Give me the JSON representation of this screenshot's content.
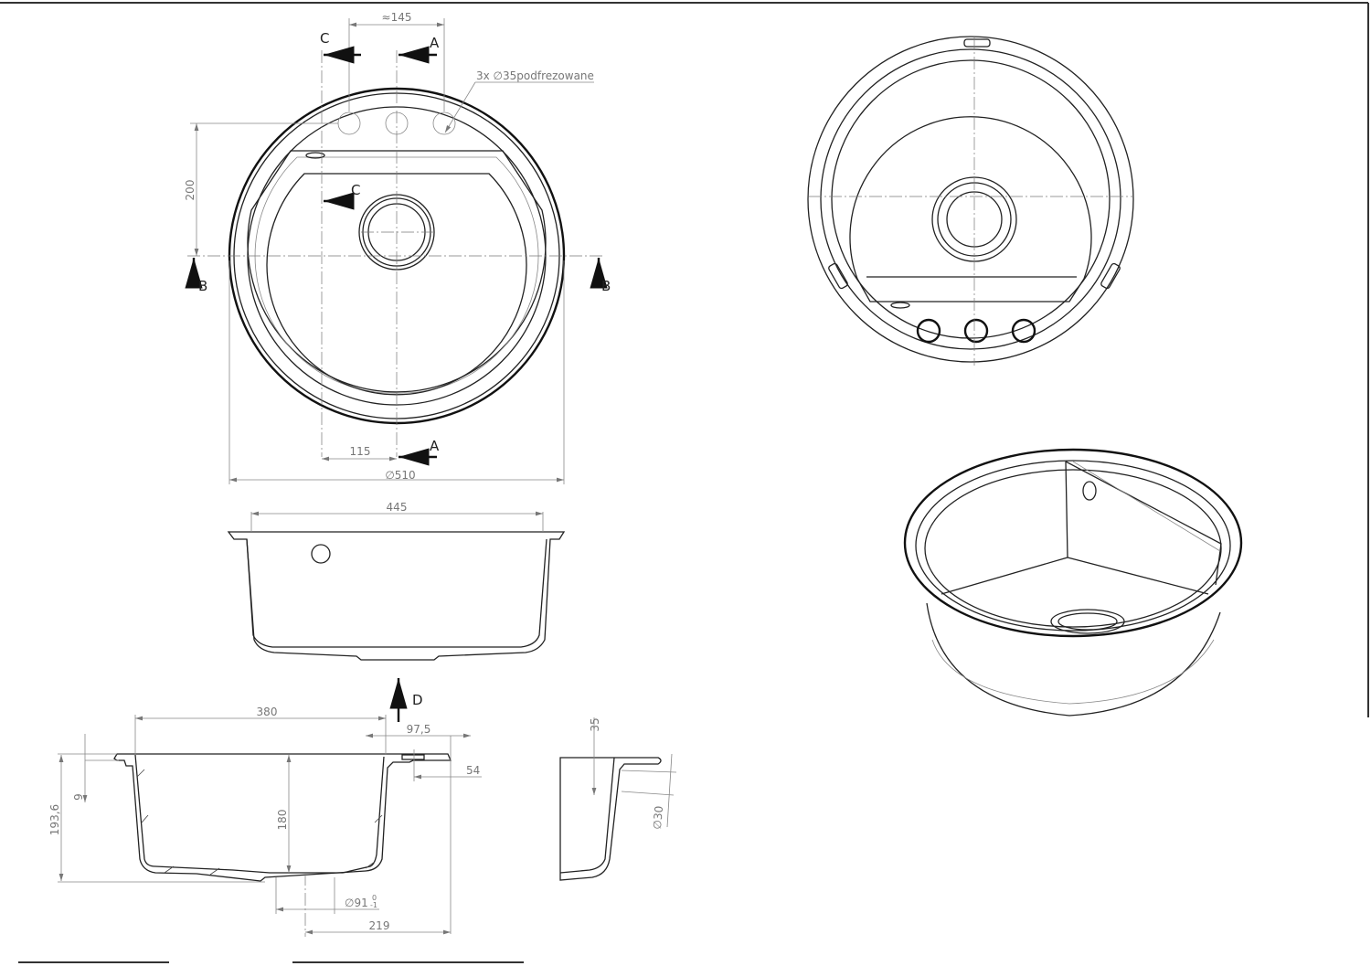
{
  "drawing": {
    "top_view": {
      "hole_spacing": "≈145",
      "hole_note": "3x ∅35podfrezowane",
      "height_to_drain": "200",
      "offset_115": "115",
      "diameter": "∅510",
      "section_c": "C",
      "section_a": "A",
      "section_b": "B"
    },
    "front_section": {
      "width": "445",
      "view_d": "D"
    },
    "side_section": {
      "bowl_width": "380",
      "rim_97_5": "97,5",
      "dim_54": "54",
      "flange_9": "9",
      "total_height": "193,6",
      "depth": "180",
      "drain_diameter": "∅91",
      "drain_tol_upper": "0",
      "drain_tol_lower": "-1",
      "drain_to_edge": "219"
    },
    "detail_section": {
      "dim_35": "35",
      "hole_diameter": "∅30"
    }
  }
}
